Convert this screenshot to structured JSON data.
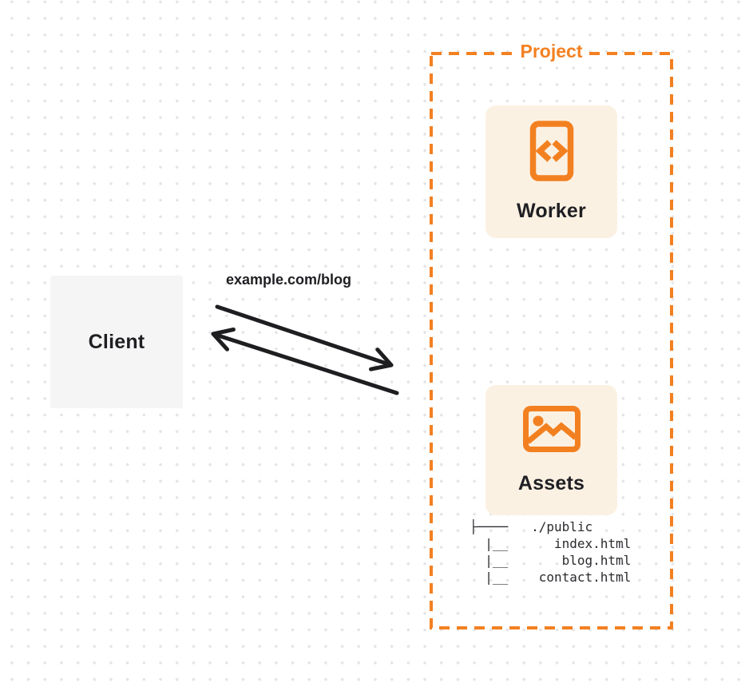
{
  "colors": {
    "accent_orange": "#F38020",
    "card_background": "#FBF1E3",
    "client_background": "#F5F5F6",
    "text_dark": "#1F1F23",
    "arrow_black": "#1E1E21",
    "grid_dot": "#E4E4E7",
    "background": "#FFFFFF"
  },
  "client": {
    "label": "Client"
  },
  "request": {
    "url_label": "example.com/blog"
  },
  "arrows": {
    "request_icon": "arrow-right-down-icon",
    "response_icon": "arrow-left-up-icon"
  },
  "project": {
    "label": "Project",
    "worker": {
      "label": "Worker",
      "icon": "code-file-icon"
    },
    "assets": {
      "label": "Assets",
      "icon": "image-icon",
      "file_tree_lines": [
        "├────   ./public",
        "  |__      index.html",
        "  |__       blog.html",
        "  |__    contact.html"
      ]
    }
  }
}
